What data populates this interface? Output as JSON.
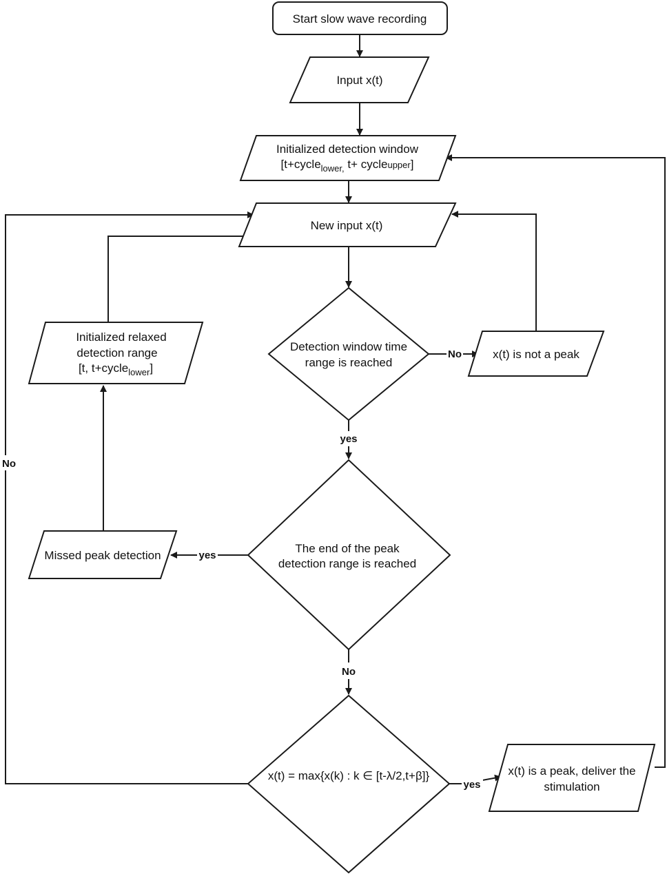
{
  "nodes": {
    "start": "Start slow wave recording",
    "input": "Input x(t)",
    "init_window": {
      "line1": "Initialized detection window",
      "line2_a": "[t+cycle",
      "line2_sub1": "lower,",
      "line2_b": " t+ cycle",
      "line2_sub2": "upper",
      "line2_c": "]"
    },
    "new_input": "New input x(t)",
    "decision1": {
      "line1": "Detection window time",
      "line2": "range is reached"
    },
    "not_peak": "x(t) is not a peak",
    "relaxed": {
      "line1": "Initialized relaxed",
      "line2": "detection range",
      "line3_a": "[t, t+cycle",
      "line3_sub": "lower",
      "line3_b": "]"
    },
    "decision2": {
      "line1": "The end of the peak",
      "line2": "detection range is reached"
    },
    "missed": "Missed peak detection",
    "decision3": "x(t) = max{x(k) : k ∈ [t-λ/2,t+β]}",
    "peak": {
      "line1": "x(t) is a peak, deliver the",
      "line2": "stimulation"
    }
  },
  "edge_labels": {
    "d1_no": "No",
    "d1_yes": "yes",
    "d2_yes": "yes",
    "d2_no": "No",
    "d3_yes": "yes",
    "d3_no": "No"
  }
}
